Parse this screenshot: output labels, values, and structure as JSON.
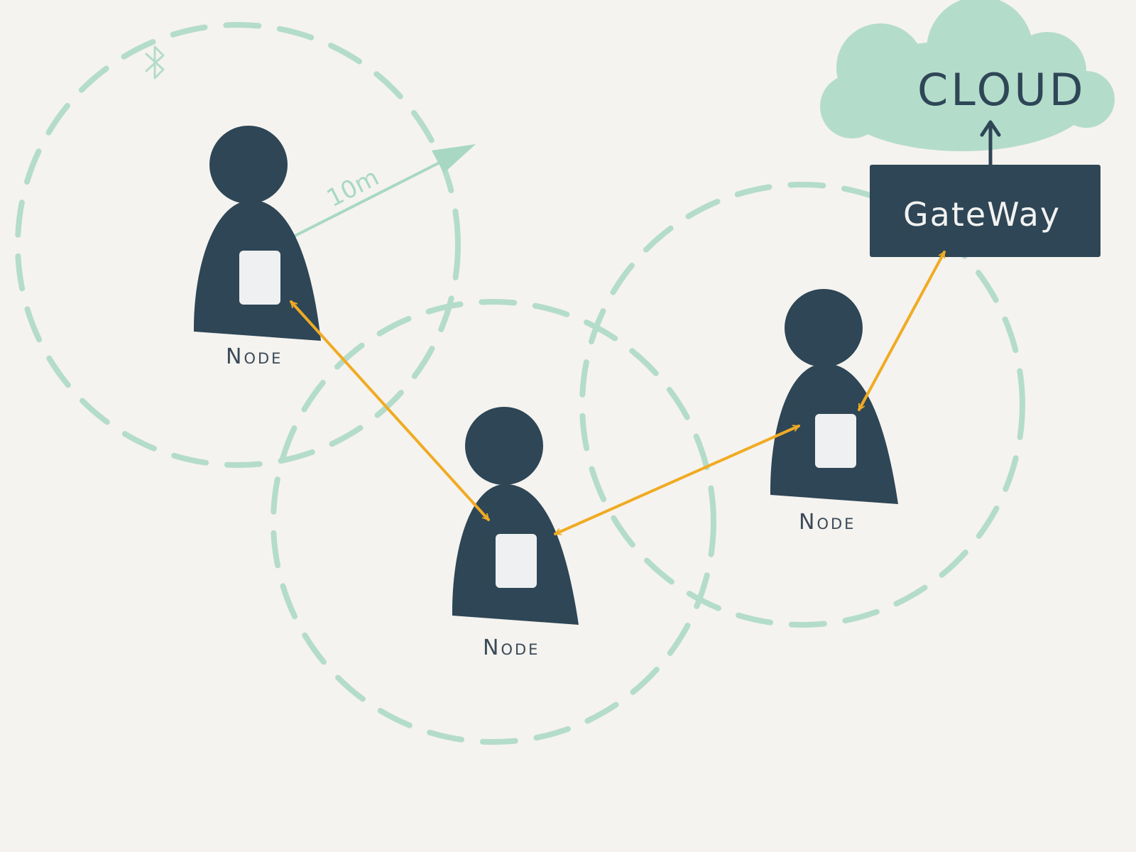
{
  "cloud": {
    "label": "CLOUD"
  },
  "gateway": {
    "label": "GateWay"
  },
  "range": {
    "label": "10m"
  },
  "nodes": [
    {
      "label": "Node"
    },
    {
      "label": "Node"
    },
    {
      "label": "Node"
    }
  ],
  "icons": {
    "bluetooth": "bluetooth-icon"
  },
  "colors": {
    "background": "#f5f3ef",
    "node": "#2e4656",
    "device": "#eef0f2",
    "range_circle": "#b4dccb",
    "cloud": "#b4dccb",
    "link_arrow": "#f0ab23"
  }
}
